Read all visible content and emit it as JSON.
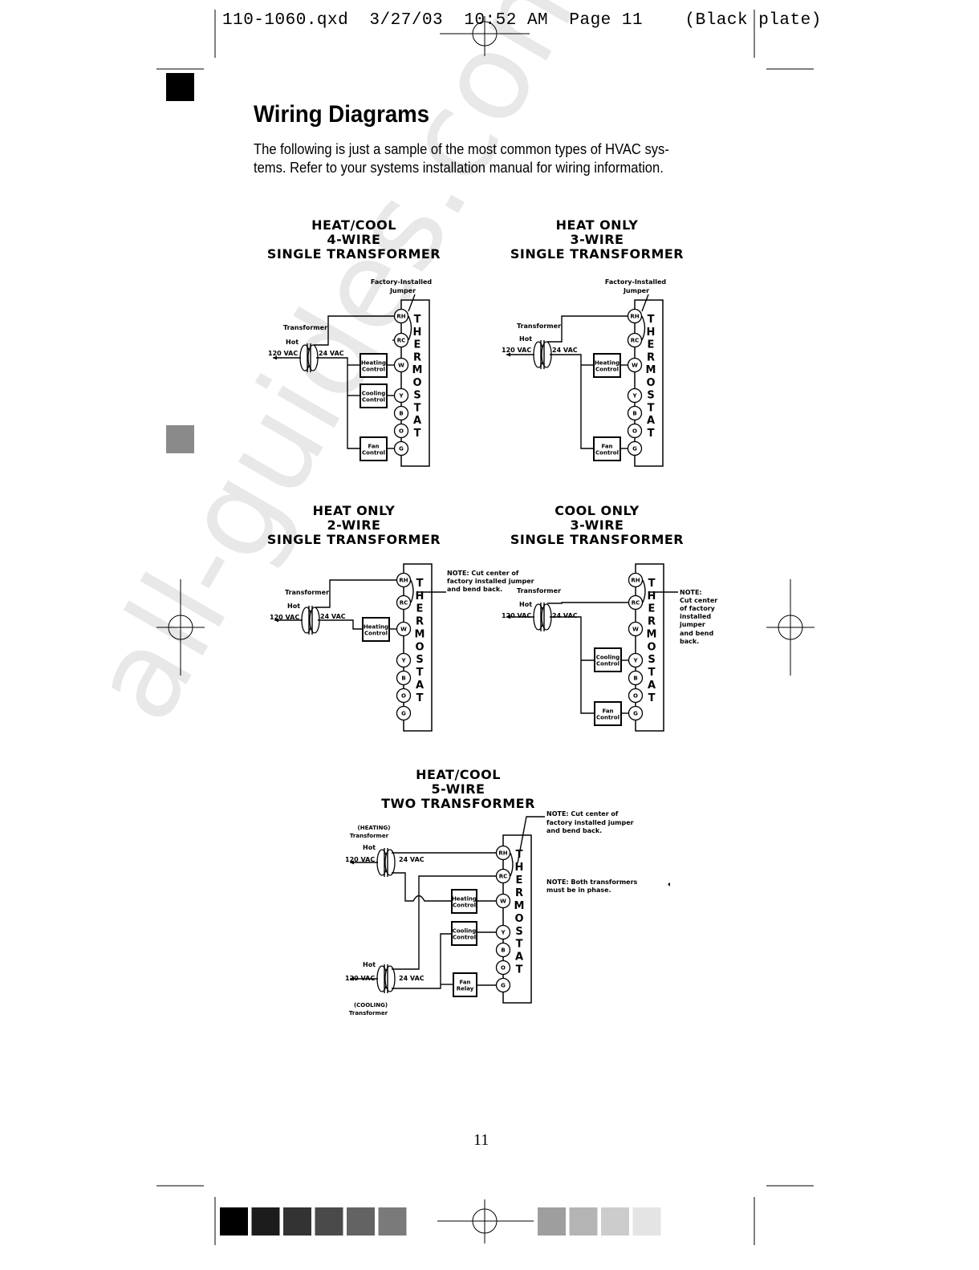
{
  "header": {
    "slug": "110-1060.qxd  3/27/03  10:52 AM  Page 11    (Black plate)"
  },
  "page": {
    "title": "Wiring Diagrams",
    "intro": "The following is just a sample of the most common types of HVAC sys-tems. Refer to your systems installation manual for wiring information.",
    "page_number": "11",
    "watermark": "all-guides.com"
  },
  "labels": {
    "transformer": "Transformer",
    "hot": "Hot",
    "vac120": "120 VAC",
    "vac24": "24 VAC",
    "jumper1": "Factory-Installed",
    "jumper2": "Jumper",
    "heating1": "Heating",
    "cooling1": "Cooling",
    "fan1": "Fan",
    "control": "Control",
    "relay": "Relay",
    "thermostat_letters": [
      "T",
      "H",
      "E",
      "R",
      "M",
      "O",
      "S",
      "T",
      "A",
      "T"
    ],
    "terminals": [
      "RH",
      "RC",
      "W",
      "Y",
      "B",
      "O",
      "G"
    ]
  },
  "diagrams": {
    "d1": {
      "title": [
        "HEAT/COOL",
        "4-WIRE",
        "SINGLE TRANSFORMER"
      ]
    },
    "d2": {
      "title": [
        "HEAT ONLY",
        "3-WIRE",
        "SINGLE TRANSFORMER"
      ]
    },
    "d3": {
      "title": [
        "HEAT ONLY",
        "2-WIRE",
        "SINGLE TRANSFORMER"
      ],
      "note": [
        "NOTE: Cut center of",
        "factory installed jumper",
        "and bend back."
      ]
    },
    "d4": {
      "title": [
        "COOL ONLY",
        "3-WIRE",
        "SINGLE TRANSFORMER"
      ],
      "note": [
        "NOTE:",
        "Cut center",
        "of factory",
        "installed",
        "jumper",
        "and bend",
        "back."
      ]
    },
    "d5": {
      "title": [
        "HEAT/COOL",
        "5-WIRE",
        "TWO TRANSFORMER"
      ],
      "note1": [
        "NOTE: Cut center of",
        "factory installed jumper",
        "and bend back."
      ],
      "note2": [
        "NOTE: Both transformers",
        "must be in phase."
      ],
      "heating_tx": [
        "(HEATING)",
        "Transformer"
      ],
      "cooling_tx": [
        "(COOLING)",
        "Transformer"
      ]
    }
  },
  "colors": {
    "gray_swatch": "#8a8a8a"
  },
  "swatches": [
    "#000000",
    "#1c1c1c",
    "#333333",
    "#4a4a4a",
    "#636363",
    "#7a7a7a",
    "#9e9e9e",
    "#b4b4b4",
    "#cccccc",
    "#e4e4e4"
  ]
}
